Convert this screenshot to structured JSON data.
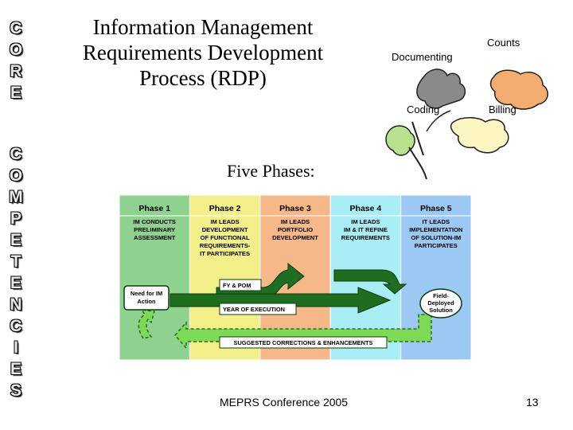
{
  "side_word": {
    "core": [
      "C",
      "O",
      "R",
      "E"
    ],
    "competencies": [
      "C",
      "O",
      "M",
      "P",
      "E",
      "T",
      "E",
      "N",
      "C",
      "I",
      "E",
      "S"
    ]
  },
  "title_lines": [
    "Information Management",
    "Requirements Development",
    "Process (RDP)"
  ],
  "clipart": {
    "documenting": "Documenting",
    "counts": "Counts",
    "coding": "Coding",
    "billing": "Billing"
  },
  "subtitle": "Five Phases:",
  "diagram": {
    "phases": [
      {
        "label": "Phase 1",
        "lines": [
          "IM CONDUCTS",
          "PRELIMINARY",
          "ASSESSMENT"
        ],
        "color": "#8fd18f"
      },
      {
        "label": "Phase 2",
        "lines": [
          "IM LEADS",
          "DEVELOPMENT",
          "OF FUNCTIONAL",
          "REQUIREMENTS-",
          "IT PARTICIPATES"
        ],
        "color": "#f3f08a"
      },
      {
        "label": "Phase 3",
        "lines": [
          "IM LEADS",
          "PORTFOLIO",
          "DEVELOPMENT"
        ],
        "color": "#f6b889"
      },
      {
        "label": "Phase 4",
        "lines": [
          "IM LEADS",
          "IM & IT REFINE",
          "REQUIREMENTS"
        ],
        "color": "#a9eef7"
      },
      {
        "label": "Phase 5",
        "lines": [
          "IT LEADS",
          "IMPLEMENTATION",
          "OF SOLUTION-IM",
          "PARTICIPATES"
        ],
        "color": "#9cc9f4"
      }
    ],
    "need_box": [
      "Need for IM",
      "Action"
    ],
    "fy_pom": "FY & POM",
    "year_exec": "YEAR OF EXECUTION",
    "deployed": [
      "Field-",
      "Deployed",
      "Solution"
    ],
    "corrections": "SUGGESTED CORRECTIONS & ENHANCEMENTS",
    "arrow_color": "#1f6e1f"
  },
  "footer": "MEPRS Conference 2005",
  "page_number": "13"
}
